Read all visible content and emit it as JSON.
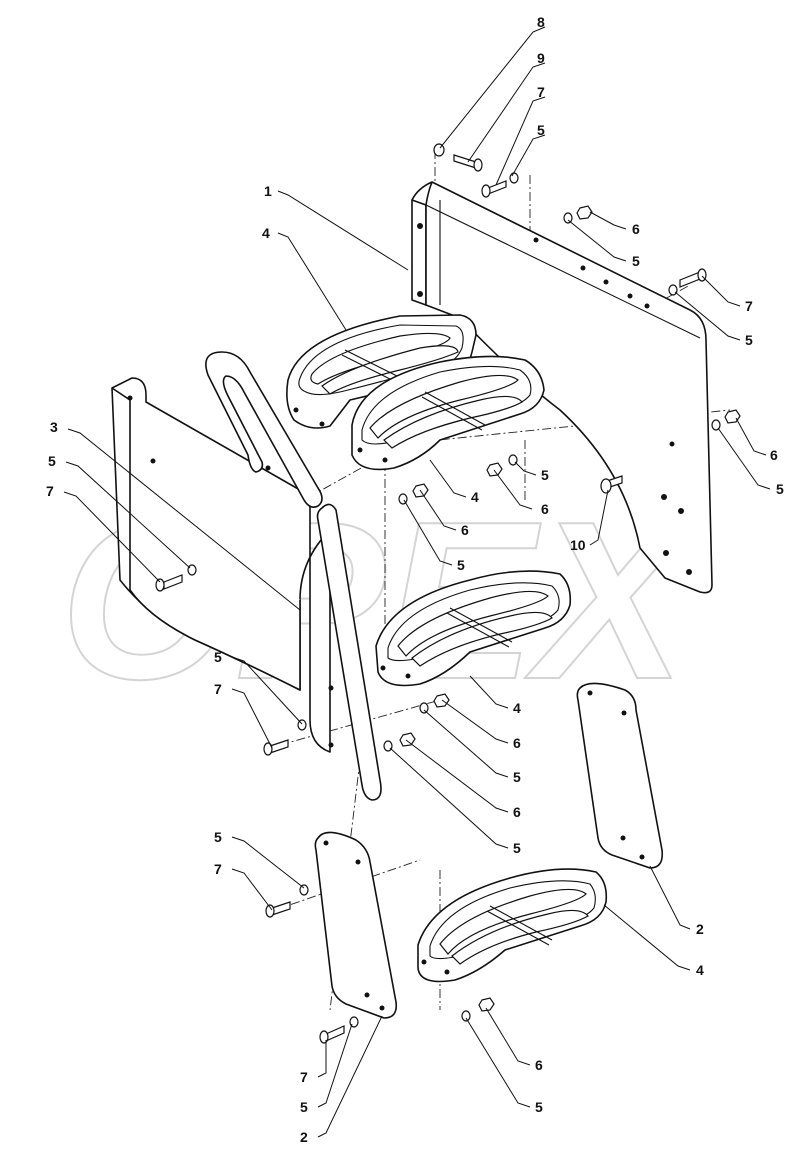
{
  "watermark": "OPEX",
  "callouts": {
    "c1": "1",
    "c2a": "2",
    "c2b": "2",
    "c3": "3",
    "c4a": "4",
    "c4b": "4",
    "c4c": "4",
    "c4d": "4",
    "c5a": "5",
    "c5b": "5",
    "c5c": "5",
    "c5d": "5",
    "c5e": "5",
    "c5f": "5",
    "c5g": "5",
    "c5h": "5",
    "c5i": "5",
    "c5j": "5",
    "c5k": "5",
    "c5l": "5",
    "c5m": "5",
    "c6a": "6",
    "c6b": "6",
    "c6c": "6",
    "c6d": "6",
    "c6e": "6",
    "c6f": "6",
    "c6g": "6",
    "c7a": "7",
    "c7b": "7",
    "c7c": "7",
    "c7d": "7",
    "c7e": "7",
    "c7f": "7",
    "c8": "8",
    "c9": "9",
    "c10": "10"
  }
}
